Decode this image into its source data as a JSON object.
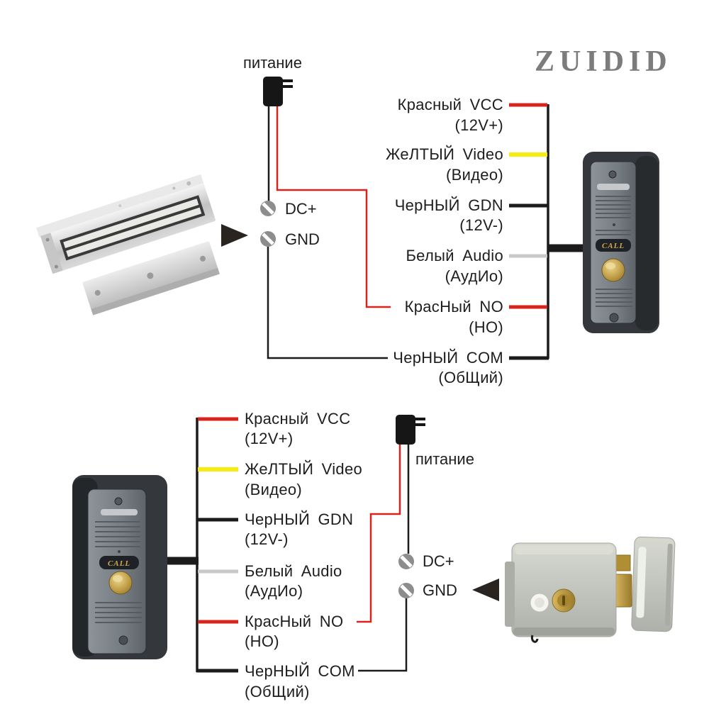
{
  "brand_logo": "ZUIDID",
  "colors": {
    "red": "#d7251d",
    "yellow": "#f6ec10",
    "black": "#1b1b1b",
    "white_wire": "#c9c9c9",
    "logo_gray": "#7c7c7c"
  },
  "top_diagram": {
    "power_label": "питание",
    "terminal_dc": "DC+",
    "terminal_gnd": "GND",
    "wires": [
      {
        "name": "Красный VCC",
        "sub": "(12V+)",
        "color": "#d7251d"
      },
      {
        "name": "ЖеЛТЫЙ Video",
        "sub": "(Видео)",
        "color": "#f6ec10"
      },
      {
        "name": "ЧерНЫЙ GDN",
        "sub": "(12V-)",
        "color": "#1b1b1b"
      },
      {
        "name": "Белый Audio",
        "sub": "(АудИо)",
        "color": "#c9c9c9"
      },
      {
        "name": "КрасНый NO",
        "sub": "(НО)",
        "color": "#d7251d"
      },
      {
        "name": "ЧерНЫЙ COM",
        "sub": "(ОбЩий)",
        "color": "#1b1b1b"
      }
    ],
    "doorbell_call_label": "CALL"
  },
  "bottom_diagram": {
    "power_label": "питание",
    "terminal_dc": "DC+",
    "terminal_gnd": "GND",
    "wires": [
      {
        "name": "Красный VCC",
        "sub": "(12V+)",
        "color": "#d7251d"
      },
      {
        "name": "ЖеЛТЫЙ Video",
        "sub": "(Видео)",
        "color": "#f6ec10"
      },
      {
        "name": "ЧерНЫЙ GDN",
        "sub": "(12V-)",
        "color": "#1b1b1b"
      },
      {
        "name": "Белый Audio",
        "sub": "(АудИо)",
        "color": "#c9c9c9"
      },
      {
        "name": "КрасНый NO",
        "sub": "(НО)",
        "color": "#d7251d"
      },
      {
        "name": "ЧерНЫЙ COM",
        "sub": "(ОбЩий)",
        "color": "#1b1b1b"
      }
    ],
    "doorbell_call_label": "CALL"
  }
}
